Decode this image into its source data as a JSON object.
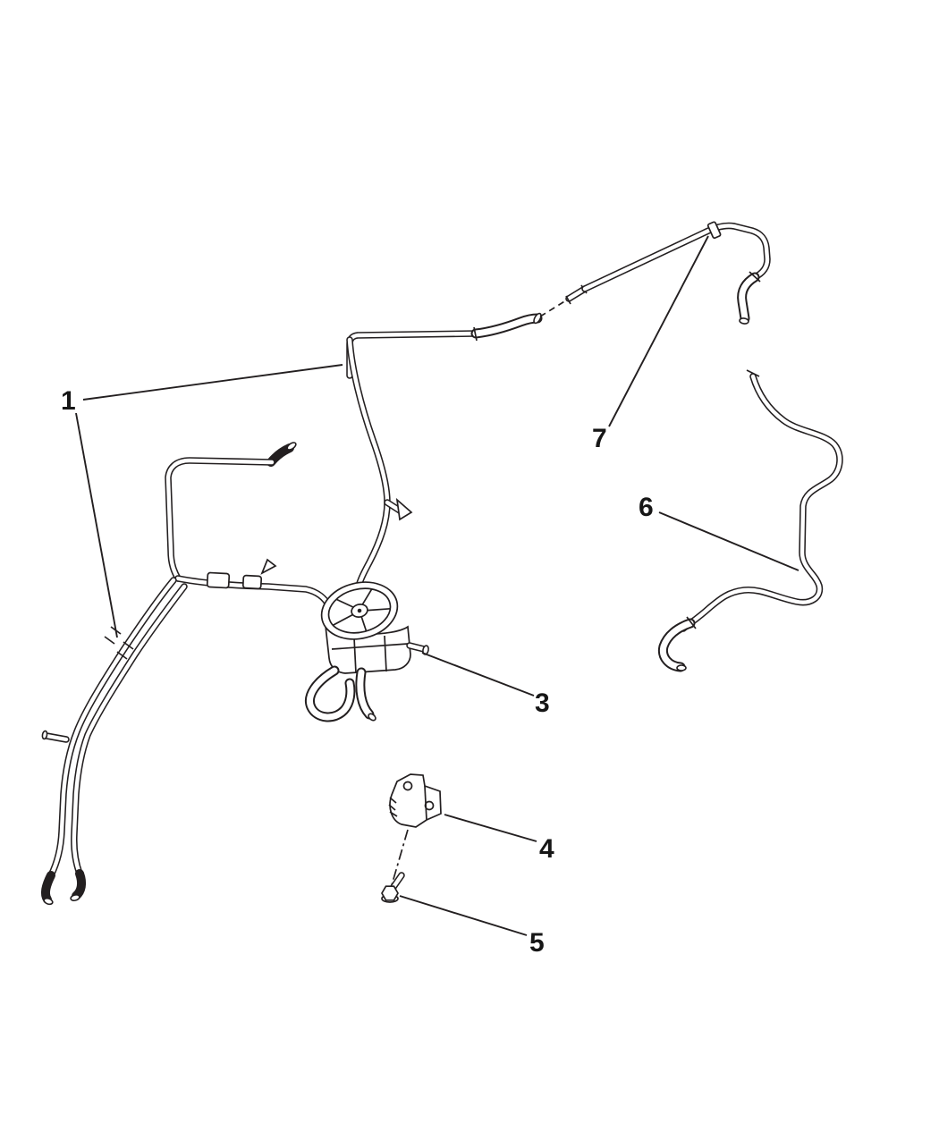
{
  "diagram": {
    "background_color": "#ffffff",
    "line_color": "#231f20",
    "callouts": [
      {
        "label": "1",
        "component": "vacuum-tube-harness"
      },
      {
        "label": "3",
        "component": "leak-detection-pump"
      },
      {
        "label": "4",
        "component": "mounting-bracket"
      },
      {
        "label": "5",
        "component": "bolt"
      },
      {
        "label": "6",
        "component": "vapor-tube-right"
      },
      {
        "label": "7",
        "component": "vapor-tube-top"
      }
    ]
  }
}
